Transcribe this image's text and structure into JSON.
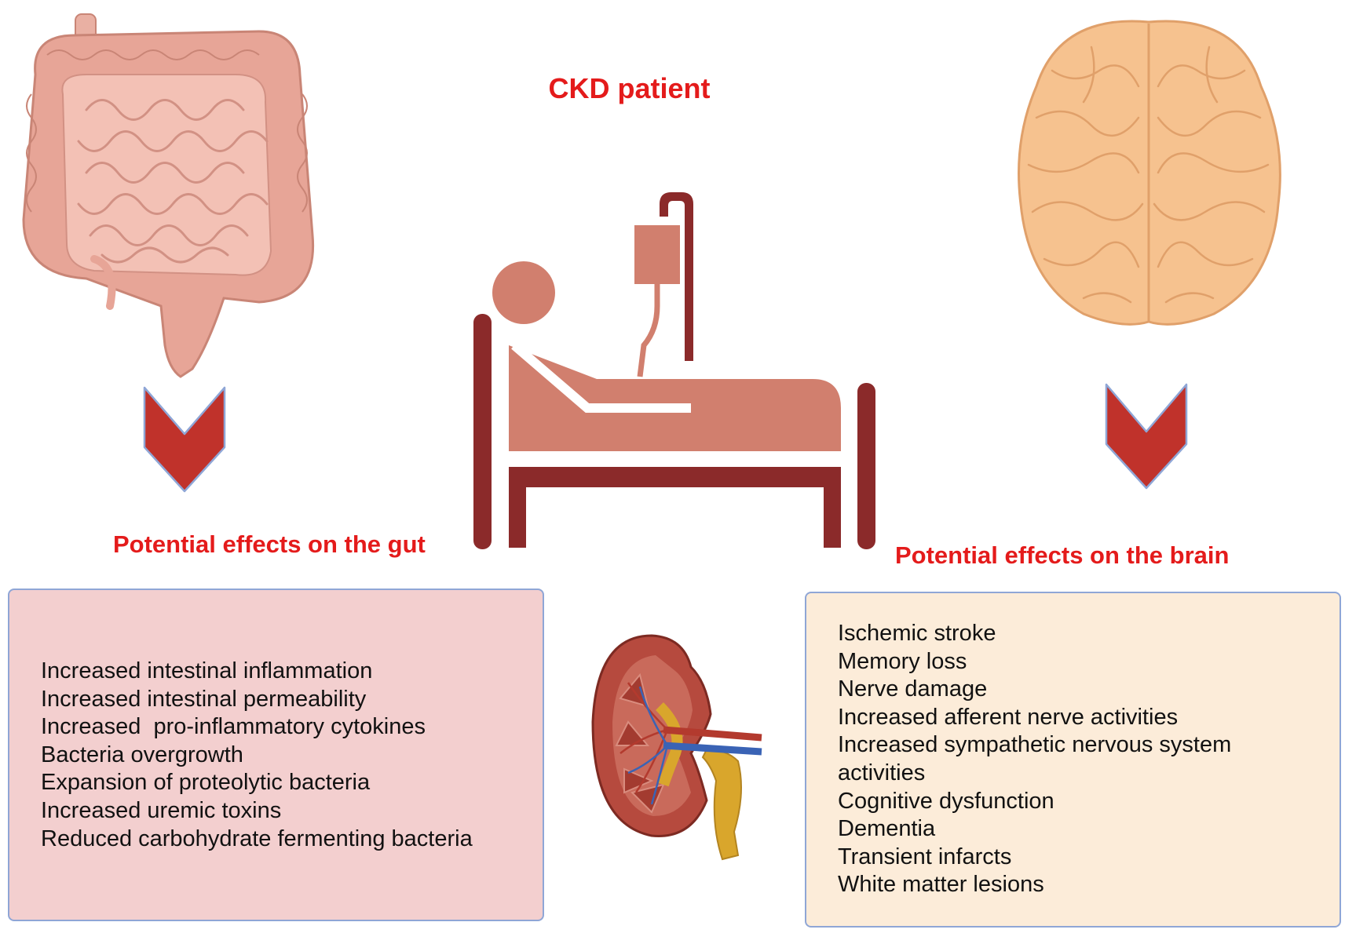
{
  "title": "CKD patient",
  "gut": {
    "heading": "Potential effects on the gut",
    "effects": [
      "Increased intestinal inflammation",
      "Increased intestinal permeability",
      "Increased  pro-inflammatory cytokines",
      "Bacteria overgrowth",
      "Expansion of proteolytic bacteria",
      "Increased uremic toxins",
      "Reduced carbohydrate fermenting bacteria"
    ]
  },
  "brain": {
    "heading": "Potential effects on the brain",
    "effects": [
      "Ischemic stroke",
      "Memory loss",
      "Nerve damage",
      "Increased afferent nerve activities",
      "Increased sympathetic nervous system",
      "activities",
      "Cognitive dysfunction",
      "Dementia",
      "Transient infarcts",
      "White matter lesions"
    ]
  },
  "colors": {
    "heading_red": "#e41b1b",
    "arrow_red": "#c0322b",
    "bed_dark": "#8b2a2a",
    "patient": "#d17f6e",
    "gut_box": "#f3cfcf",
    "brain_box": "#fcecd9",
    "box_border": "#8fa6d6"
  },
  "icons": [
    "intestine-illustration",
    "brain-illustration",
    "hospital-bed-patient-icon",
    "kidney-illustration",
    "down-chevron-arrow"
  ]
}
